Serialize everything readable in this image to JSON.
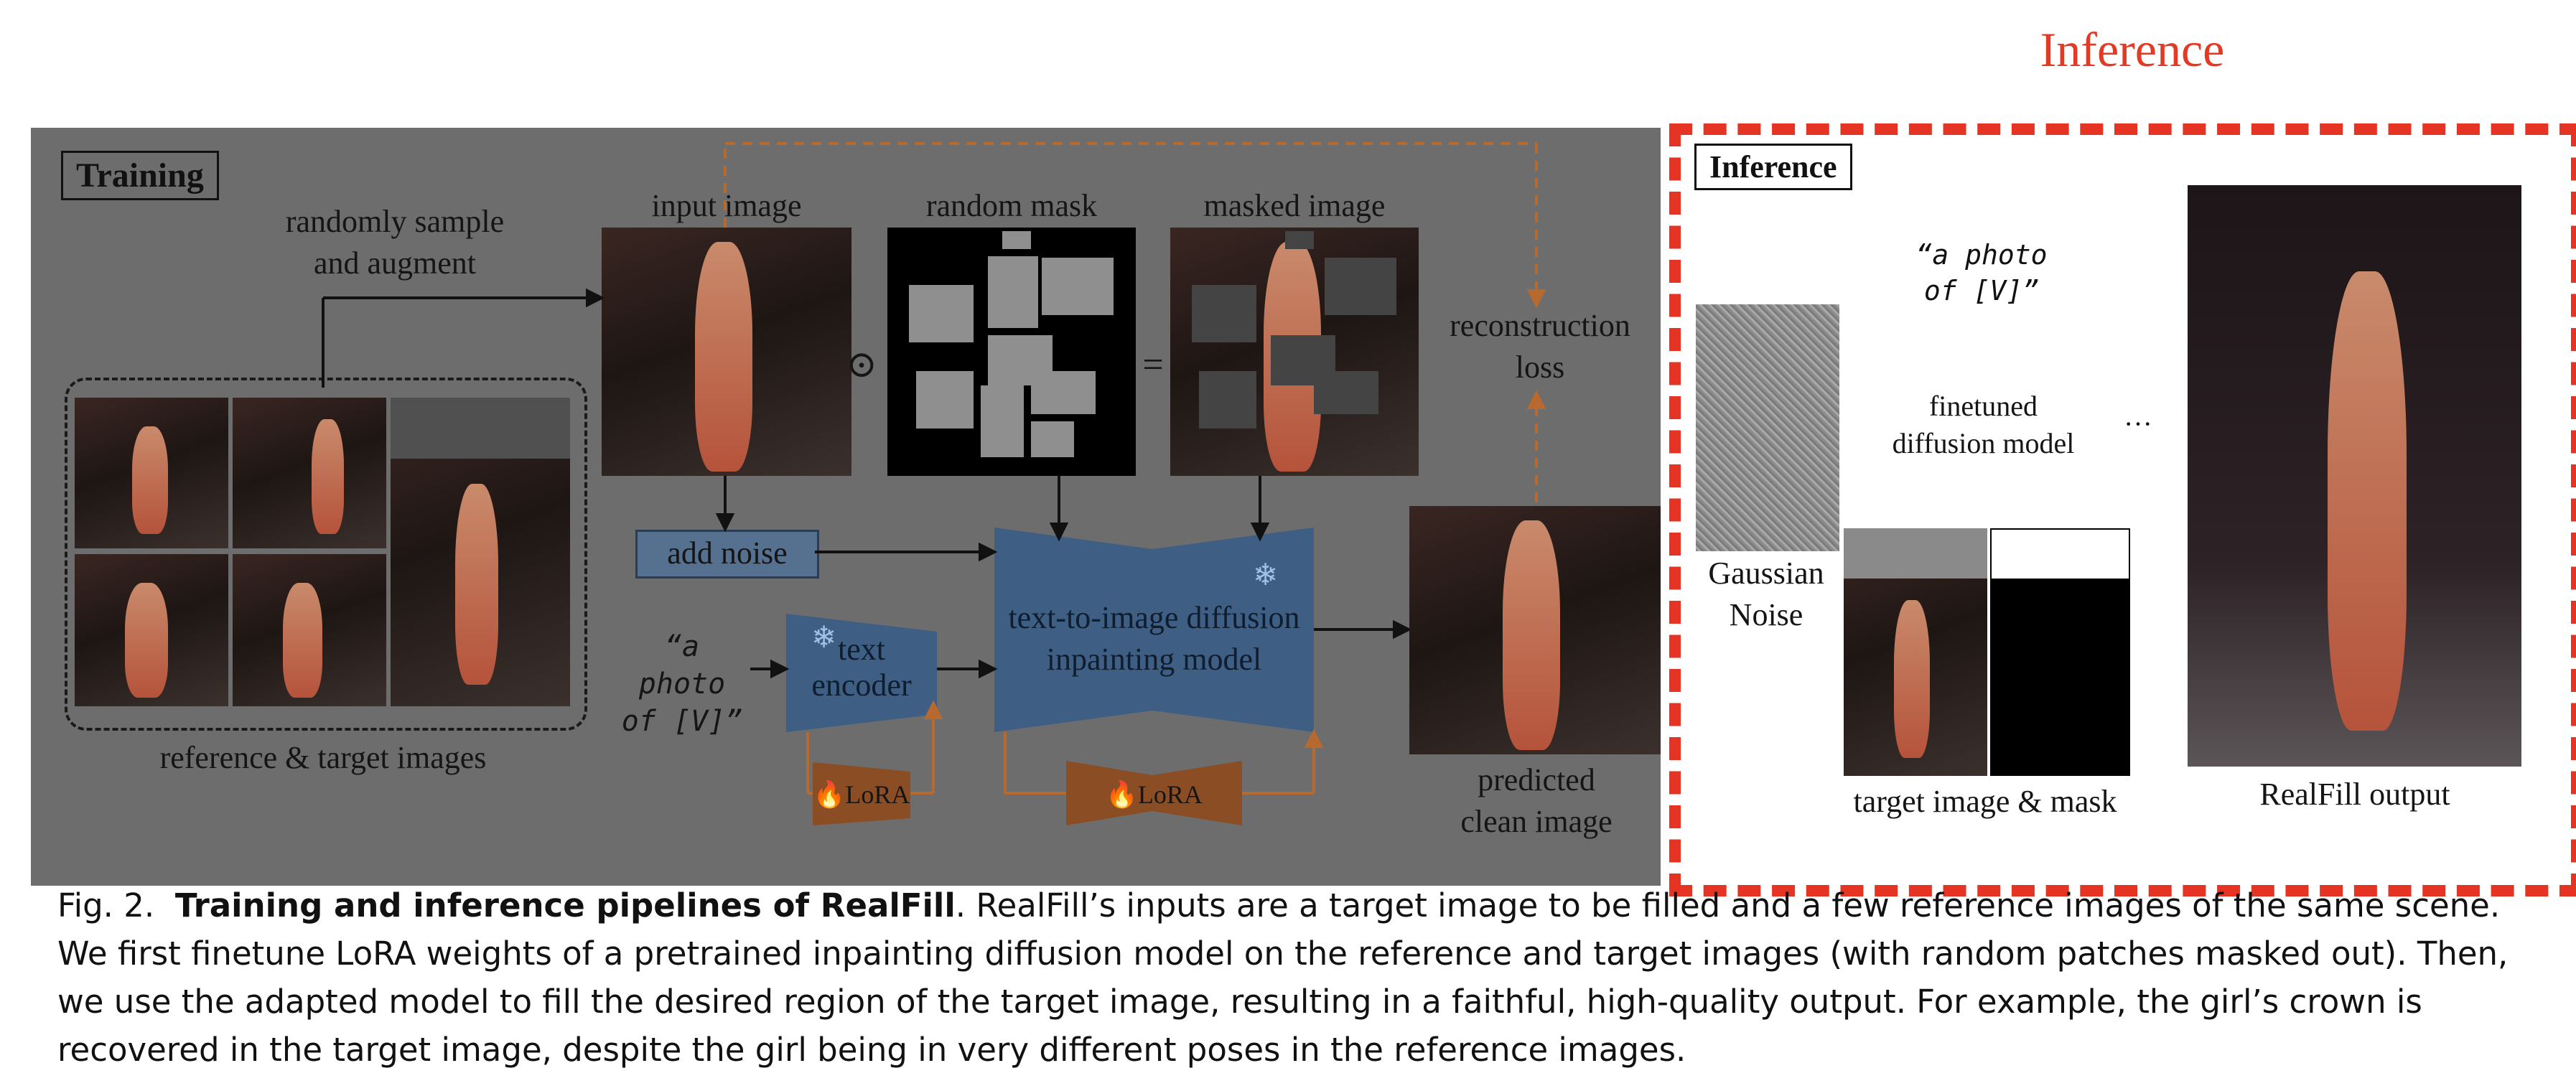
{
  "headline": "Inference",
  "training": {
    "box_label": "Training",
    "sample_label_1": "randomly sample",
    "sample_label_2": "and augment",
    "ref_label": "reference & target images",
    "input_label": "input image",
    "mask_label": "random mask",
    "masked_label": "masked image",
    "odot": "⊙",
    "equals": "=",
    "recon_label_1": "reconstruction",
    "recon_label_2": "loss",
    "add_noise": "add noise",
    "prompt_1": "“a photo",
    "prompt_2": "of [V]”",
    "text_encoder_1": "text",
    "text_encoder_2": "encoder",
    "diffusion_1": "text-to-image diffusion",
    "diffusion_2": "inpainting model",
    "lora": "LoRA",
    "pred_label_1": "predicted",
    "pred_label_2": "clean image"
  },
  "inference": {
    "box_label": "Inference",
    "prompt_1": "“a photo",
    "prompt_2": "of [V]”",
    "noise_label_1": "Gaussian",
    "noise_label_2": "Noise",
    "model_1": "finetuned",
    "model_2": "diffusion model",
    "dots": "···",
    "target_label": "target image & mask",
    "output_label": "RealFill output"
  },
  "caption": {
    "fig_num": "Fig. 2.",
    "bold": "Training and inference pipelines of RealFill",
    "text": ". RealFill’s inputs are a target image to be filled and a few reference images of the same scene. We first finetune LoRA weights of a pretrained inpainting diffusion model on the reference and target images (with random patches masked out). Then, we use the adapted model to fill the desired region of the target image, resulting in a faithful, high-quality output. For example, the girl’s crown is recovered in the target image, despite the girl being in very different poses in the reference images."
  },
  "colors": {
    "accent_red": "#e53424",
    "encoder_blue": "#3e5e83",
    "lora_orange": "#8a4d24",
    "finetuned_yellow": "#f5d36a"
  }
}
